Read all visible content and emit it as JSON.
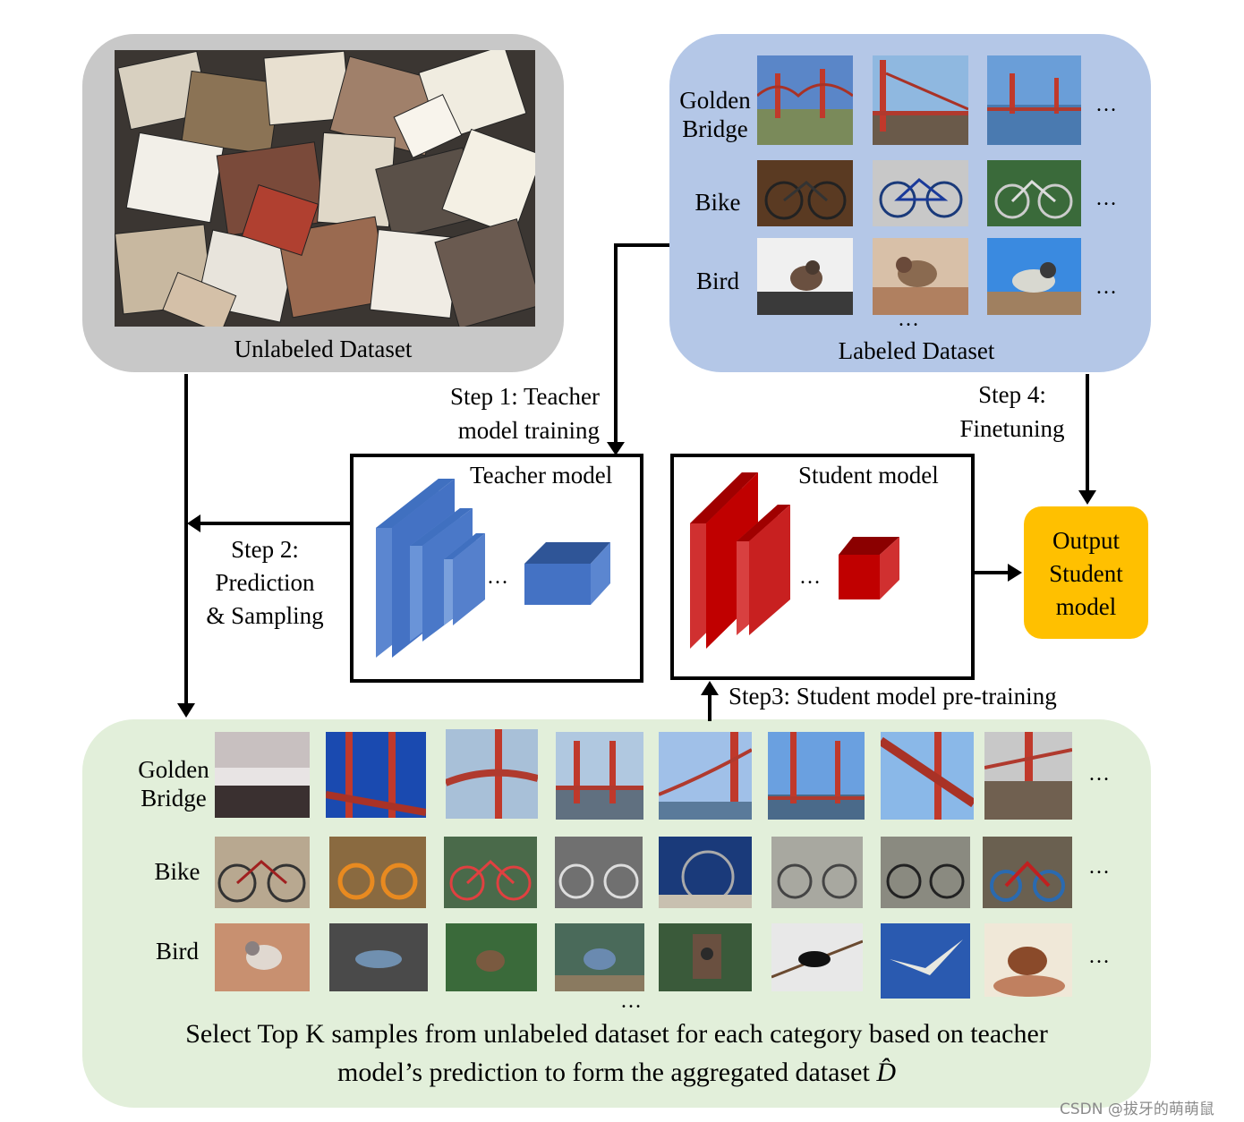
{
  "unlabeled": {
    "caption": "Unlabeled Dataset",
    "color": "#c8c8c8"
  },
  "labeled": {
    "caption": "Labeled Dataset",
    "color": "#b4c7e7",
    "rows": [
      "Golden\nBridge",
      "Bike",
      "Bird"
    ],
    "ellipsis": "…"
  },
  "steps": {
    "step1": "Step 1: Teacher\nmodel training",
    "step2": "Step 2:\nPrediction\n& Sampling",
    "step3": "Step3: Student model pre-training",
    "step4": "Step 4:\nFinetuning"
  },
  "teacher": {
    "title": "Teacher model",
    "color": "#4472c4",
    "ellipsis": "…"
  },
  "student": {
    "title": "Student model",
    "color": "#c00000",
    "ellipsis": "…"
  },
  "output": {
    "label": "Output\nStudent\nmodel",
    "color": "#ffc000"
  },
  "aggregated": {
    "color": "#e2efda",
    "rows": [
      "Golden\nBridge",
      "Bike",
      "Bird"
    ],
    "ellipsis": "…",
    "caption_line1": "Select Top K samples from unlabeled dataset for each category based on teacher",
    "caption_line2": "model’s prediction to form the aggregated dataset",
    "dataset_symbol": "D̂"
  },
  "watermark": "CSDN @拔牙的萌萌鼠"
}
